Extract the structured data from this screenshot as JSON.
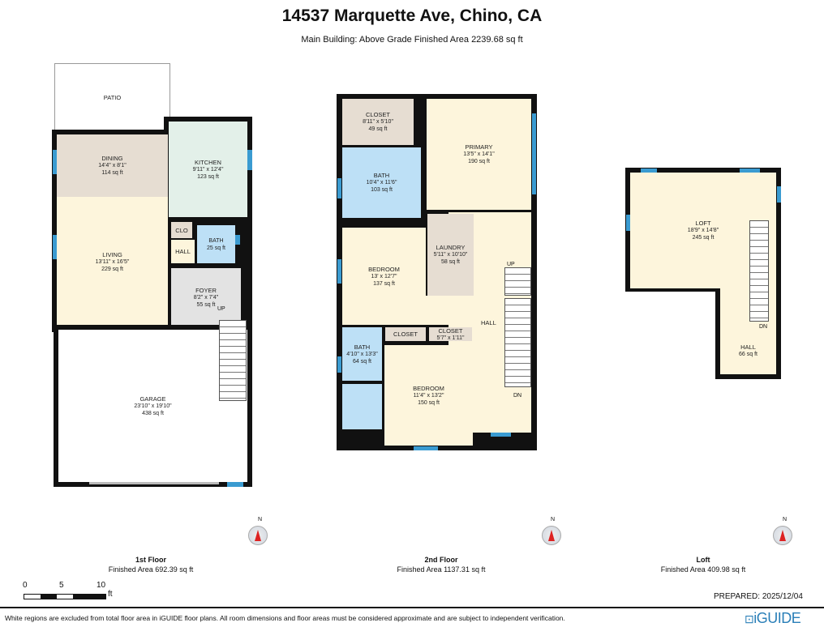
{
  "title": "14537 Marquette Ave, Chino, CA",
  "subtitle": "Main Building: Above Grade Finished Area 2239.68 sq ft",
  "floors": [
    {
      "name": "1st Floor",
      "area": "Finished Area 692.39 sq ft",
      "rooms": {
        "patio": {
          "name": "PATIO"
        },
        "dining": {
          "name": "DINING",
          "dims": "14'4\" x 8'1\"",
          "area": "114 sq ft"
        },
        "kitchen": {
          "name": "KITCHEN",
          "dims": "9'11\" x 12'4\"",
          "area": "123 sq ft"
        },
        "living": {
          "name": "LIVING",
          "dims": "13'11\" x 16'5\"",
          "area": "229 sq ft"
        },
        "clo": {
          "name": "CLO"
        },
        "hall": {
          "name": "HALL"
        },
        "bath": {
          "name": "BATH",
          "area": "25 sq ft"
        },
        "foyer": {
          "name": "FOYER",
          "dims": "8'2\" x 7'4\"",
          "area": "55 sq ft"
        },
        "garage": {
          "name": "GARAGE",
          "dims": "23'10\" x 19'10\"",
          "area": "438 sq ft"
        }
      },
      "stairs_label": "UP"
    },
    {
      "name": "2nd Floor",
      "area": "Finished Area 1137.31 sq ft",
      "rooms": {
        "closet1": {
          "name": "CLOSET",
          "dims": "8'11\" x 5'10\"",
          "area": "49 sq ft"
        },
        "primary": {
          "name": "PRIMARY",
          "dims": "13'5\" x 14'1\"",
          "area": "190 sq ft"
        },
        "bath1": {
          "name": "BATH",
          "dims": "10'4\" x 11'6\"",
          "area": "103 sq ft"
        },
        "bedroom1": {
          "name": "BEDROOM",
          "dims": "13' x 12'7\"",
          "area": "137 sq ft"
        },
        "laundry": {
          "name": "LAUNDRY",
          "dims": "5'11\" x 10'10\"",
          "area": "58 sq ft"
        },
        "hall": {
          "name": "HALL"
        },
        "closet2": {
          "name": "CLOSET"
        },
        "closet3": {
          "name": "CLOSET",
          "dims": "5'7\" x 1'11\""
        },
        "bath2": {
          "name": "BATH",
          "dims": "4'10\" x 13'3\"",
          "area": "64 sq ft"
        },
        "bedroom2": {
          "name": "BEDROOM",
          "dims": "11'4\" x 13'2\"",
          "area": "150 sq ft"
        }
      },
      "stairs_up": "UP",
      "stairs_down": "DN"
    },
    {
      "name": "Loft",
      "area": "Finished Area 409.98 sq ft",
      "rooms": {
        "loft": {
          "name": "LOFT",
          "dims": "18'9\" x 14'8\"",
          "area": "245 sq ft"
        },
        "hall": {
          "name": "HALL",
          "area": "66 sq ft"
        }
      },
      "stairs_down": "DN"
    }
  ],
  "compass_label": "N",
  "scale": {
    "ticks": [
      "0",
      "5",
      "10"
    ],
    "unit": "ft"
  },
  "prepared": "PREPARED: 2025/12/04",
  "disclaimer": "White regions are excluded from total floor area in iGUIDE floor plans. All room dimensions and floor areas must be considered approximate and are subject to independent verification.",
  "logo": "iGUIDE",
  "colors": {
    "wall": "#111111",
    "window": "#3a9bd1",
    "bath": "#bde0f6",
    "bedroom": "#fdf5dc",
    "closet": "#e6ddd2",
    "kitchen": "#e3f0e9",
    "logo": "#2a7fb8"
  }
}
